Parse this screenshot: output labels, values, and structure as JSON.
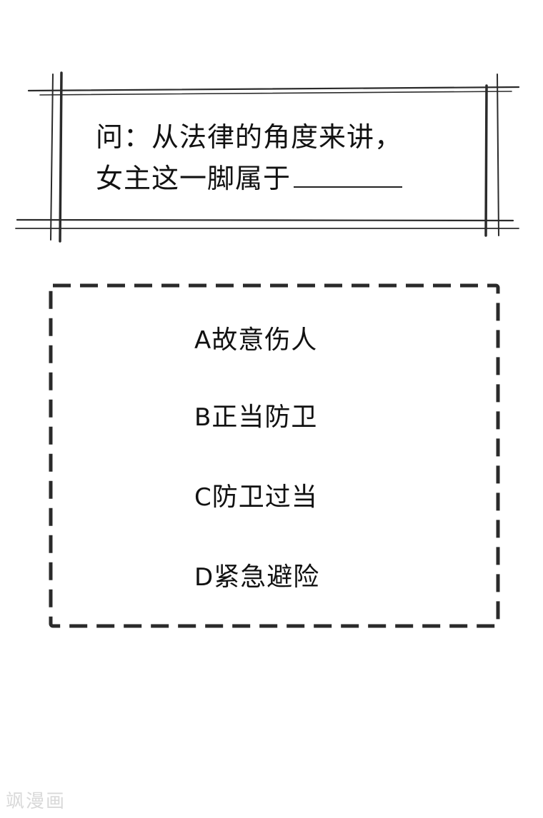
{
  "question": {
    "line1": "问：从法律的角度来讲，",
    "line2": "女主这一脚属于"
  },
  "options": [
    {
      "letter": "A",
      "text": "故意伤人"
    },
    {
      "letter": "B",
      "text": "正当防卫"
    },
    {
      "letter": "C",
      "text": "防卫过当"
    },
    {
      "letter": "D",
      "text": "紧急避险"
    }
  ],
  "watermark": "飒漫画",
  "colors": {
    "frame_stroke": "#2b2b2b",
    "dash_stroke": "#2a2a2a",
    "text": "#111111",
    "watermark": "#d9d9d9"
  }
}
